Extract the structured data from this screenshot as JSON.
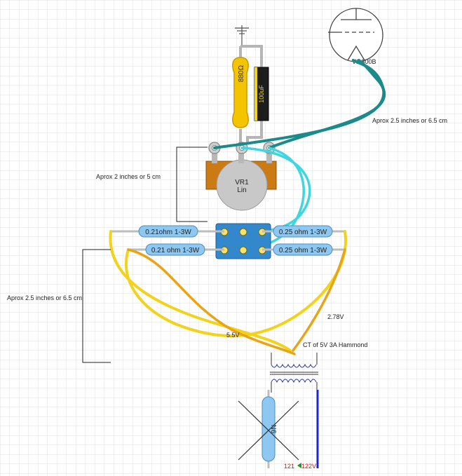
{
  "tube": {
    "label": "V1  300B"
  },
  "resistor_880": {
    "label": "880Ω"
  },
  "capacitor": {
    "label": "100uF"
  },
  "pot": {
    "label_line1": "VR1",
    "label_line2": "Lin"
  },
  "dim_left_upper": {
    "label": "Aprox 2 inches or 5 cm"
  },
  "dim_left_lower": {
    "label": "Aprox 2.5 inches or 6.5 cm"
  },
  "dim_right_upper": {
    "label": "Aprox 2.5 inches or 6.5 cm"
  },
  "resistors_row1": {
    "left": "0.21ohm 1-3W",
    "right": "0.25 ohm 1-3W"
  },
  "resistors_row2": {
    "left": "0.21 ohm 1-3W",
    "right": "0.25 ohm 1-3W"
  },
  "wire_labels": {
    "v55": "5.5V",
    "v278": "2.78V"
  },
  "transformer": {
    "label": "CT of 5V 3A Hammond"
  },
  "fuse": {
    "label": "N6"
  },
  "mains": {
    "label_a": "121",
    "label_b": "122V"
  },
  "colors": {
    "grid": "#e3e3e3",
    "teal": "#1b8a8a",
    "cyan": "#3fd6e0",
    "yellow": "#f2d21b",
    "orange": "#e9a416",
    "blue": "#1a25d4",
    "board": "#3388cc",
    "resistor_body": "#8ec8f0",
    "pot_body": "#cc7a14"
  }
}
